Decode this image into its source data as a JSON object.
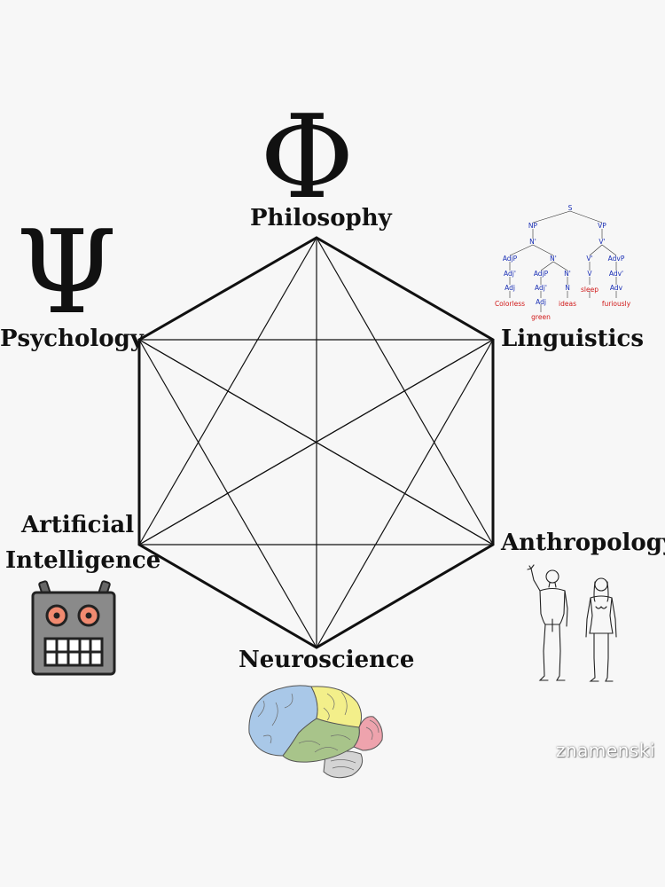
{
  "symbols": {
    "philosophy": "Φ",
    "psychology": "Ψ"
  },
  "nodes": {
    "philosophy": "Philosophy",
    "psychology": "Psychology",
    "linguistics": "Linguistics",
    "ai_line1": "Artificial",
    "ai_line2": "Intelligence",
    "anthropology": "Anthropology",
    "neuroscience": "Neuroscience"
  },
  "syntax_tree": {
    "S": "S",
    "NP": "NP",
    "VP": "VP",
    "N1": "N'",
    "V1": "V'",
    "AdjP1": "AdjP",
    "N2": "N'",
    "Vbar2": "V'",
    "AdvP": "AdvP",
    "Adj1a": "Adj'",
    "AdjP2": "AdjP",
    "N3": "N'",
    "V": "V",
    "Advbar": "Adv'",
    "Adj1": "Adj",
    "Adj2a": "Adj'",
    "N": "N",
    "Adv": "Adv",
    "Adj2": "Adj",
    "w_colorless": "Colorless",
    "w_green": "green",
    "w_ideas": "ideas",
    "w_sleep": "sleep",
    "w_furiously": "furiously"
  },
  "watermark": "znamenski",
  "colors": {
    "line": "#111111",
    "tree_blue": "#1a2fb5",
    "tree_red": "#d01818",
    "robot_body": "#8a8a8a",
    "robot_eye": "#f08a70",
    "brain_blue": "#a9c8e8",
    "brain_yellow": "#f3ef8a",
    "brain_green": "#a8c48a",
    "brain_pink": "#eea3ad",
    "brain_gray": "#d4d4d4"
  }
}
